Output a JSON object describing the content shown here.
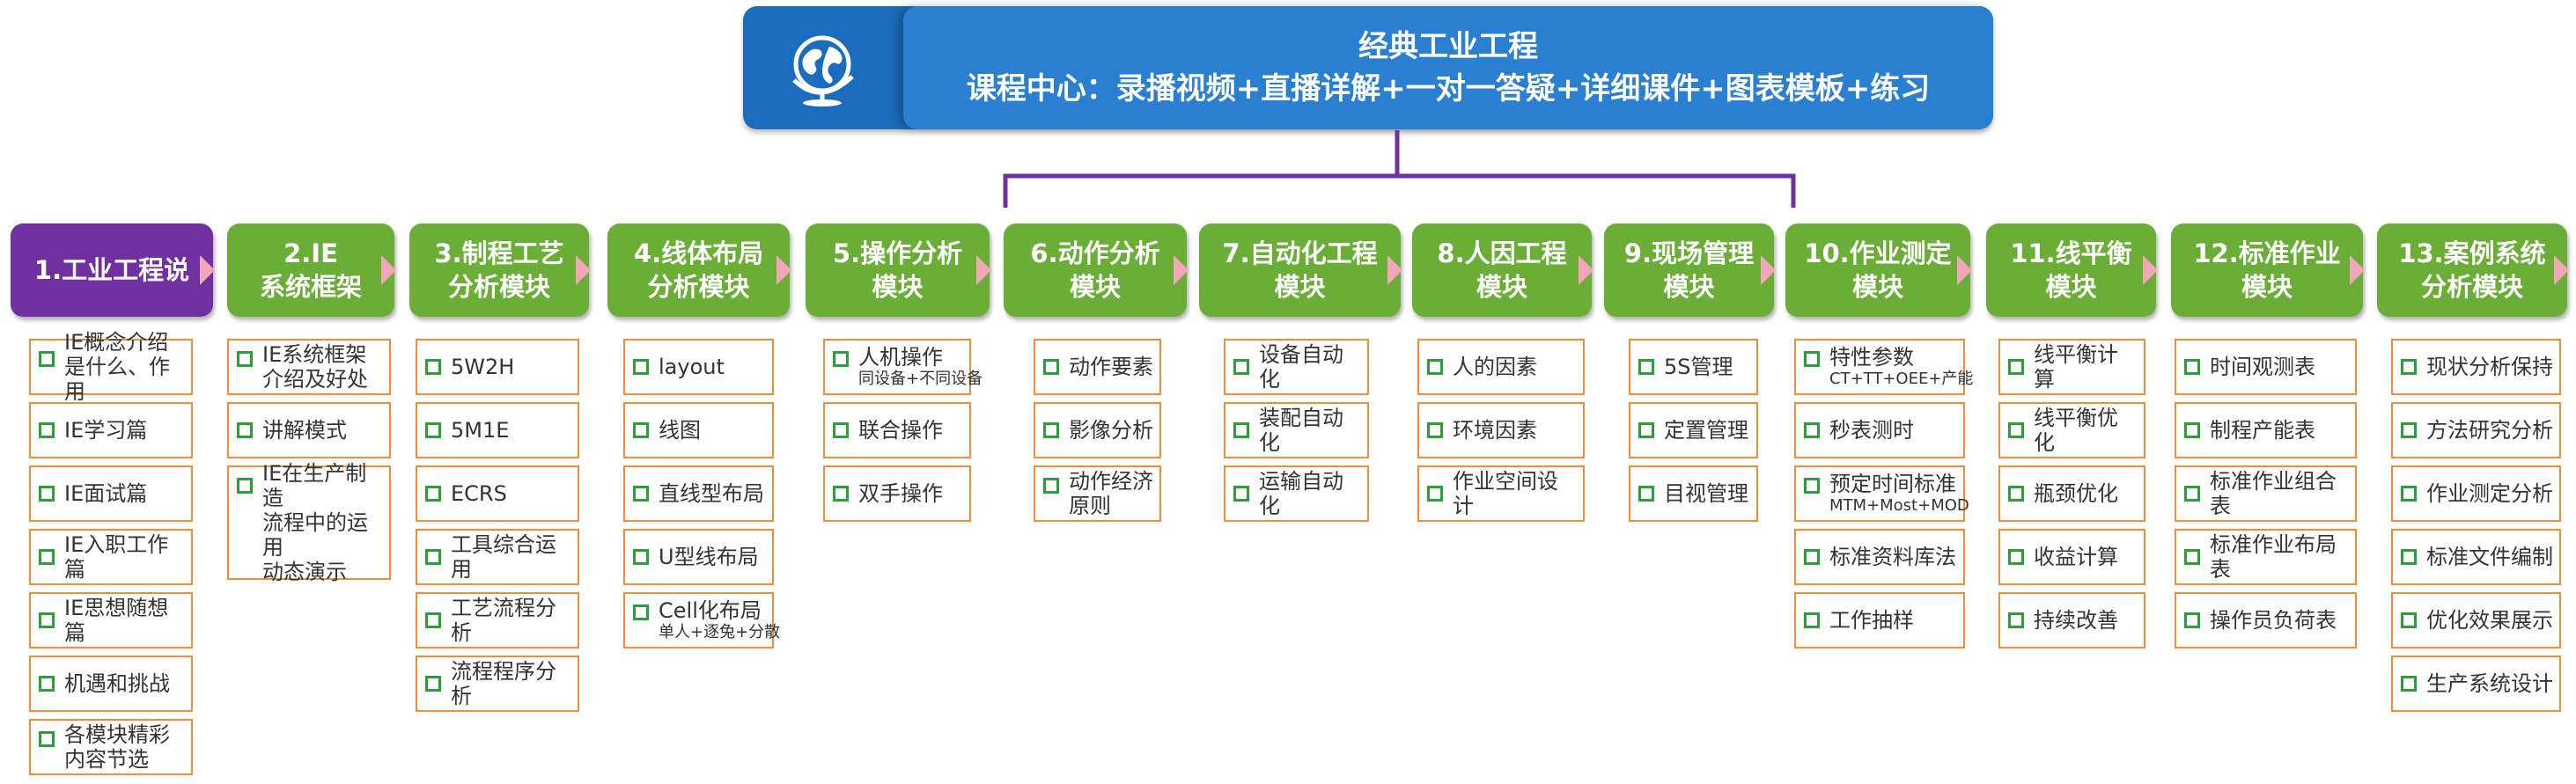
{
  "header": {
    "title": "经典工业工程",
    "subtitle": "课程中心：录播视频+直播详解+一对一答疑+详细课件+图表模板+练习",
    "icon": "globe-icon",
    "colors": {
      "background": "#1c6cbd",
      "inner": "#2a7fd0",
      "connector": "#7030a0"
    }
  },
  "colors": {
    "module": "#6aae38",
    "module_first": "#7030a0",
    "item_border": "#f08c3c",
    "checkbox": "#2e9e3a"
  },
  "modules": [
    {
      "label": "1.工业工程说",
      "items": [
        {
          "text": "IE概念介绍\n是什么、作用"
        },
        {
          "text": "IE学习篇"
        },
        {
          "text": "IE面试篇"
        },
        {
          "text": "IE入职工作篇"
        },
        {
          "text": "IE思想随想篇"
        },
        {
          "text": "机遇和挑战"
        },
        {
          "text": "各模块精彩\n内容节选"
        }
      ]
    },
    {
      "label": "2.IE\n系统框架",
      "items": [
        {
          "text": "IE系统框架\n介绍及好处"
        },
        {
          "text": "讲解模式"
        },
        {
          "text": "IE在生产制造\n流程中的运用\n动态演示"
        }
      ]
    },
    {
      "label": "3.制程工艺\n分析模块",
      "items": [
        {
          "text": "5W2H"
        },
        {
          "text": "5M1E"
        },
        {
          "text": "ECRS"
        },
        {
          "text": "工具综合运用"
        },
        {
          "text": "工艺流程分析"
        },
        {
          "text": "流程程序分析"
        }
      ]
    },
    {
      "label": "4.线体布局\n分析模块",
      "items": [
        {
          "text": "layout"
        },
        {
          "text": "线图"
        },
        {
          "text": "直线型布局"
        },
        {
          "text": "U型线布局"
        },
        {
          "text": "Cell化布局",
          "sub": "单人+逐兔+分散"
        }
      ]
    },
    {
      "label": "5.操作分析\n模块",
      "items": [
        {
          "text": "人机操作",
          "sub": "同设备+不同设备"
        },
        {
          "text": "联合操作"
        },
        {
          "text": "双手操作"
        }
      ]
    },
    {
      "label": "6.动作分析\n模块",
      "items": [
        {
          "text": "动作要素"
        },
        {
          "text": "影像分析"
        },
        {
          "text": "动作经济\n原则"
        }
      ]
    },
    {
      "label": "7.自动化工程\n模块",
      "items": [
        {
          "text": "设备自动化"
        },
        {
          "text": "装配自动化"
        },
        {
          "text": "运输自动化"
        }
      ]
    },
    {
      "label": "8.人因工程\n模块",
      "items": [
        {
          "text": "人的因素"
        },
        {
          "text": "环境因素"
        },
        {
          "text": "作业空间设计"
        }
      ]
    },
    {
      "label": "9.现场管理\n模块",
      "items": [
        {
          "text": "5S管理"
        },
        {
          "text": "定置管理"
        },
        {
          "text": "目视管理"
        }
      ]
    },
    {
      "label": "10.作业测定\n模块",
      "items": [
        {
          "text": "特性参数",
          "sub": "CT+TT+OEE+产能"
        },
        {
          "text": "秒表测时"
        },
        {
          "text": "预定时间标准",
          "sub": "MTM+Most+MOD"
        },
        {
          "text": "标准资料库法"
        },
        {
          "text": "工作抽样"
        }
      ]
    },
    {
      "label": "11.线平衡\n模块",
      "items": [
        {
          "text": "线平衡计算"
        },
        {
          "text": "线平衡优化"
        },
        {
          "text": "瓶颈优化"
        },
        {
          "text": "收益计算"
        },
        {
          "text": "持续改善"
        }
      ]
    },
    {
      "label": "12.标准作业\n模块",
      "items": [
        {
          "text": "时间观测表"
        },
        {
          "text": "制程产能表"
        },
        {
          "text": "标准作业组合表"
        },
        {
          "text": "标准作业布局表"
        },
        {
          "text": "操作员负荷表"
        }
      ]
    },
    {
      "label": "13.案例系统\n分析模块",
      "items": [
        {
          "text": "现状分析保持"
        },
        {
          "text": "方法研究分析"
        },
        {
          "text": "作业测定分析"
        },
        {
          "text": "标准文件编制"
        },
        {
          "text": "优化效果展示"
        },
        {
          "text": "生产系统设计"
        }
      ]
    }
  ]
}
